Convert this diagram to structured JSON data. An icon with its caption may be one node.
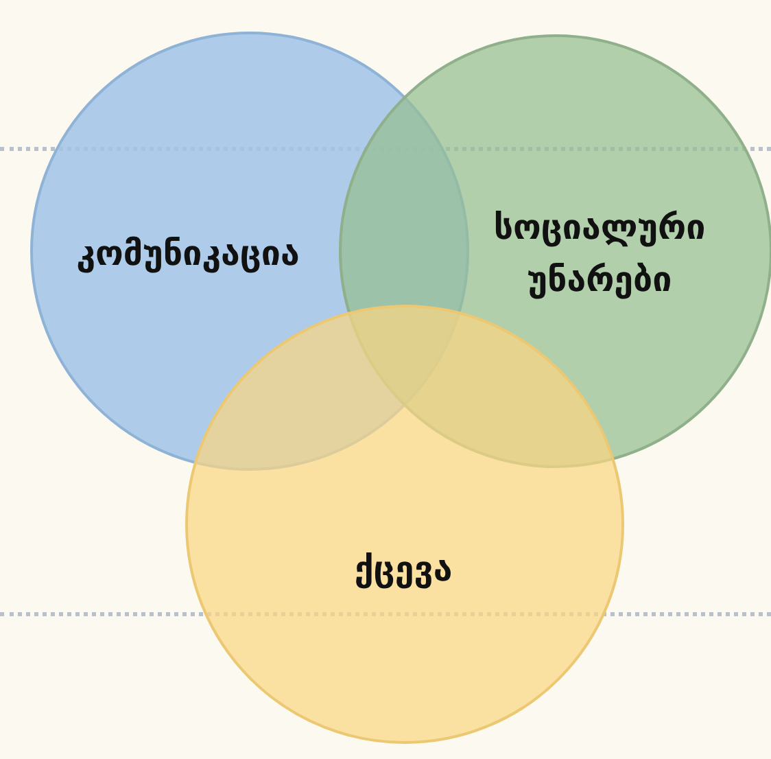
{
  "diagram": {
    "nodes": [
      {
        "text": [
          "კომუნიკაცია"
        ]
      },
      {
        "text": [
          "სოციალური უნარები"
        ]
      },
      {
        "text": [
          "ქცევა"
        ]
      }
    ]
  }
}
